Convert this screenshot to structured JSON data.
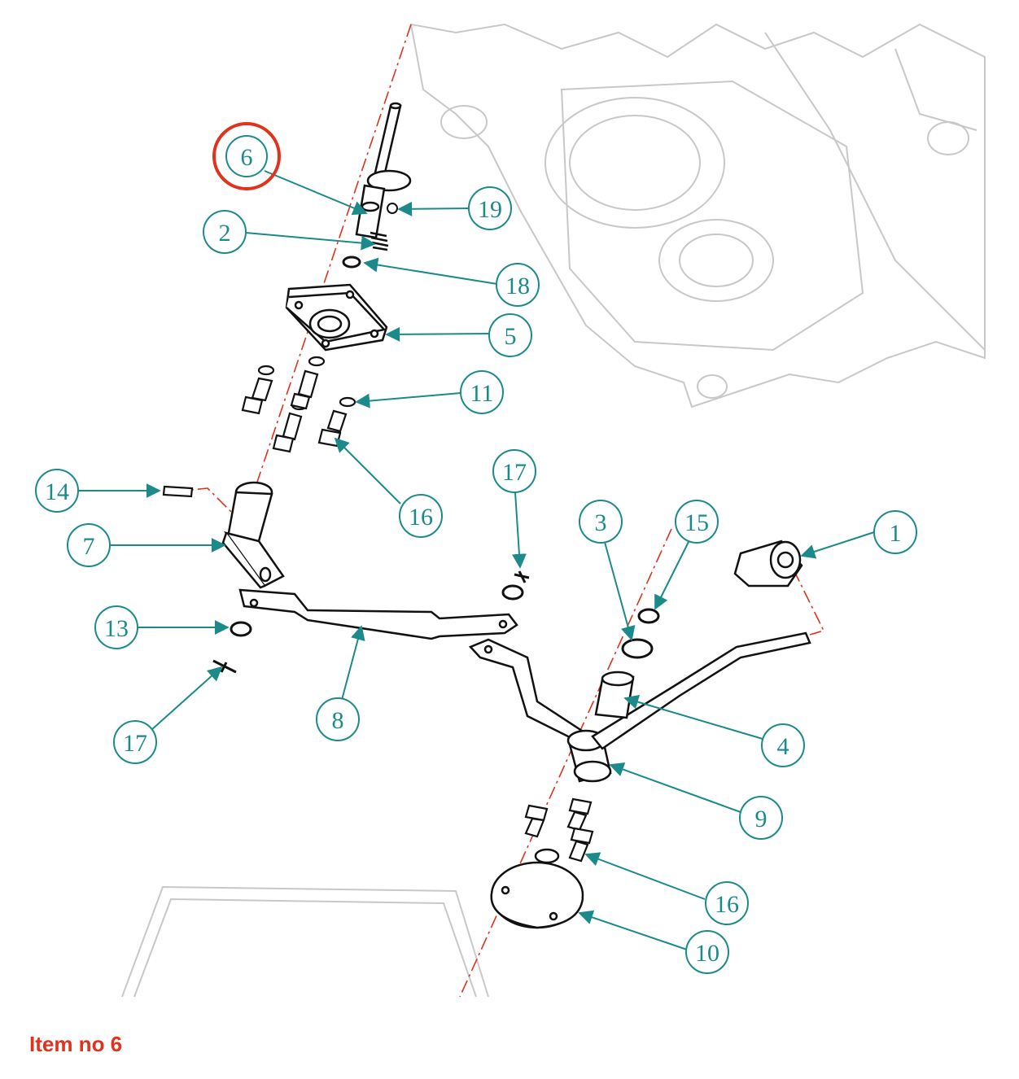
{
  "accent_color": "#1c8a8a",
  "highlight_color": "#e0321c",
  "highlighted_item": "6",
  "caption": "Item no 6",
  "callouts": [
    {
      "id": "1",
      "label": "1"
    },
    {
      "id": "2",
      "label": "2"
    },
    {
      "id": "3",
      "label": "3"
    },
    {
      "id": "4",
      "label": "4"
    },
    {
      "id": "5",
      "label": "5"
    },
    {
      "id": "6",
      "label": "6"
    },
    {
      "id": "7",
      "label": "7"
    },
    {
      "id": "8",
      "label": "8"
    },
    {
      "id": "9",
      "label": "9"
    },
    {
      "id": "10",
      "label": "10"
    },
    {
      "id": "11",
      "label": "11"
    },
    {
      "id": "13",
      "label": "13"
    },
    {
      "id": "14",
      "label": "14"
    },
    {
      "id": "15",
      "label": "15"
    },
    {
      "id": "16a",
      "label": "16"
    },
    {
      "id": "16b",
      "label": "16"
    },
    {
      "id": "17a",
      "label": "17"
    },
    {
      "id": "17b",
      "label": "17"
    },
    {
      "id": "18",
      "label": "18"
    },
    {
      "id": "19",
      "label": "19"
    }
  ]
}
